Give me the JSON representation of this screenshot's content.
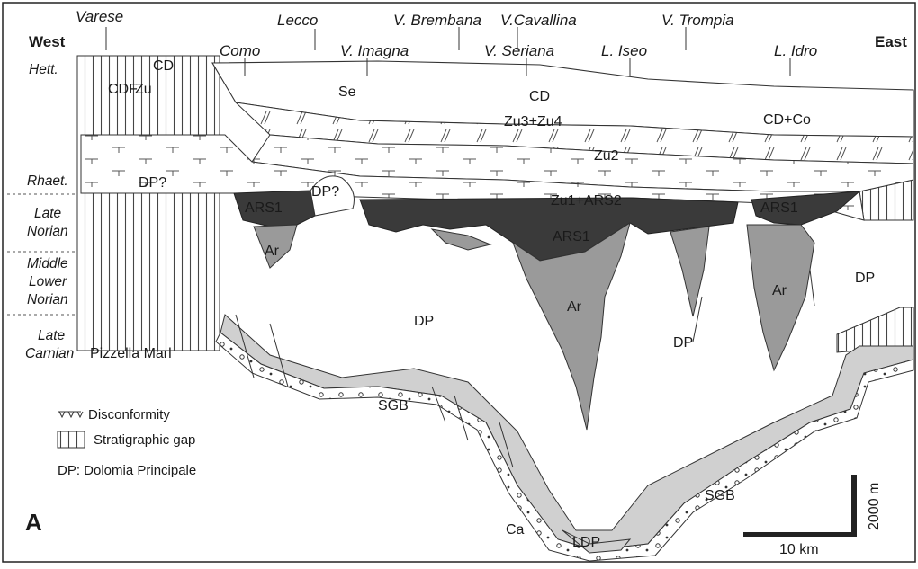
{
  "panel_label": "A",
  "directions": {
    "west": "West",
    "east": "East"
  },
  "localities_top": [
    "Varese",
    "Lecco",
    "V. Brembana",
    "V.Cavallina",
    "V. Trompia"
  ],
  "localities_mid": [
    "Como",
    "V. Imagna",
    "V. Seriana",
    "L. Iseo",
    "L. Idro"
  ],
  "ages": {
    "hett": "Hett.",
    "rhaet": "Rhaet.",
    "late_norian_1": "Late",
    "late_norian_2": "Norian",
    "mid_lower_norian_1": "Middle",
    "mid_lower_norian_2": "Lower",
    "mid_lower_norian_3": "Norian",
    "late_carnian_1": "Late",
    "late_carnian_2": "Carnian"
  },
  "units": {
    "se": "Se",
    "cd_top": "CD",
    "cd_west": "CD",
    "cdf": "CDF",
    "zu_west": "Zu",
    "cd_co": "CD+Co",
    "zu34": "Zu3+Zu4",
    "zu2": "Zu2",
    "zu1_ars2": "Zu1+ARS2",
    "ars1_west": "ARS1",
    "ars1_center": "ARS1",
    "ars1_east": "ARS1",
    "dp_q1": "DP?",
    "dp_q2": "DP?",
    "ar_west": "Ar",
    "ar_center": "Ar",
    "ar_east": "Ar",
    "dp_center": "DP",
    "dp_mid": "DP",
    "dp_east": "DP",
    "sgb_west": "SGB",
    "sgb_east": "SGB",
    "ldp": "LDP",
    "ca": "Ca",
    "pizzella": "Pizzella Marl"
  },
  "legend": {
    "disconformity": "Disconformity",
    "gap": "Stratigraphic gap",
    "dp": "DP: Dolomia Principale"
  },
  "scale": {
    "vertical": "2000 m",
    "horizontal": "10 km"
  },
  "colors": {
    "ars1": "#3a3a3a",
    "ar": "#9a9a9a",
    "sgb": "#d0d0d0",
    "ink": "#1a1a1a"
  }
}
